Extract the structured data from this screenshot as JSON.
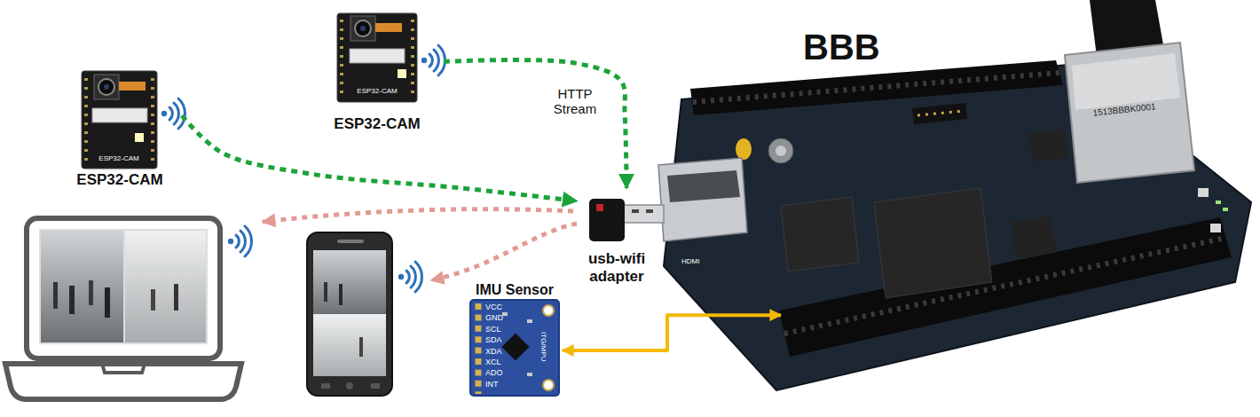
{
  "diagram": {
    "nodes": [
      {
        "text": [
          "ESP32-CAM"
        ]
      },
      {
        "text": [
          "ESP32-CAM"
        ]
      },
      {
        "text": [
          "BBB"
        ]
      },
      {
        "text": [
          "usb-wifi adapter"
        ]
      },
      {
        "text": [
          "IMU Sensor"
        ]
      }
    ],
    "edges": [
      {
        "from": 0,
        "to": 3,
        "label": "HTTP Stream",
        "arrow": "to"
      },
      {
        "from": 1,
        "to": 3,
        "arrow": "to"
      },
      {
        "from": 4,
        "to": 2,
        "arrow": "both"
      }
    ],
    "labels": [
      "ESP32-CAM",
      "ESP32-CAM",
      "VCC",
      "GND",
      "SCL",
      "SDA",
      "XDA",
      "XCL",
      "ADO",
      "INT",
      "ITG/MPU",
      "1513BBBK0001",
      "HDMI"
    ]
  }
}
